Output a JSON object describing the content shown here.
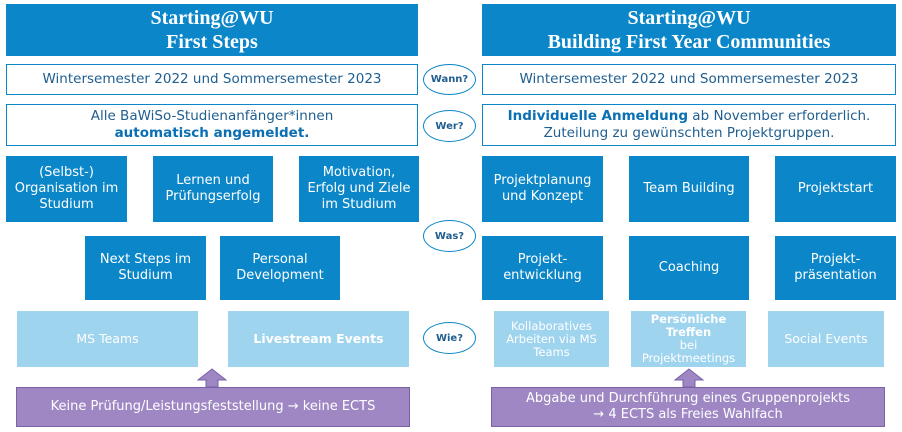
{
  "left": {
    "header": [
      "Starting@WU",
      "First Steps"
    ],
    "wann": "Wintersemester 2022 und Sommersemester 2023",
    "wer_line1": "Alle BaWiSo-Studienanfänger*innen",
    "wer_line2": "automatisch angemeldet.",
    "was_row1": [
      "(Selbst-) Organisation im Studium",
      "Lernen und Prüfungserfolg",
      "Motivation, Erfolg und Ziele im Studium"
    ],
    "was_row2": [
      "Next Steps im Studium",
      "Personal Development"
    ],
    "wie": [
      "MS Teams",
      "Livestream Events"
    ],
    "footer": "Keine Prüfung/Leistungsfeststellung → keine ECTS"
  },
  "right": {
    "header": [
      "Starting@WU",
      "Building First Year Communities"
    ],
    "wann": "Wintersemester 2022 und Sommersemester 2023",
    "wer_bold": "Individuelle Anmeldung",
    "wer_rest": " ab November erforderlich.",
    "wer_line2": "Zuteilung zu gewünschten Projektgruppen.",
    "was_row1": [
      "Projektplanung und Konzept",
      "Team Building",
      "Projektstart"
    ],
    "was_row2": [
      "Projekt-entwicklung",
      "Coaching",
      "Projekt-präsentation"
    ],
    "wie": [
      "Kollaboratives Arbeiten via MS Teams",
      "Persönliche Treffen",
      "bei Projektmeetings",
      "Social Events"
    ],
    "footer_line1": "Abgabe und Durchführung eines Gruppenprojekts",
    "footer_line2": "→ 4 ECTS als Freies Wahlfach"
  },
  "labels": {
    "wann": "Wann?",
    "wer": "Wer?",
    "was": "Was?",
    "wie": "Wie?"
  },
  "colors": {
    "blue": "#0a86c9",
    "light_blue": "#9fd4ef",
    "purple": "#9e87c3"
  }
}
